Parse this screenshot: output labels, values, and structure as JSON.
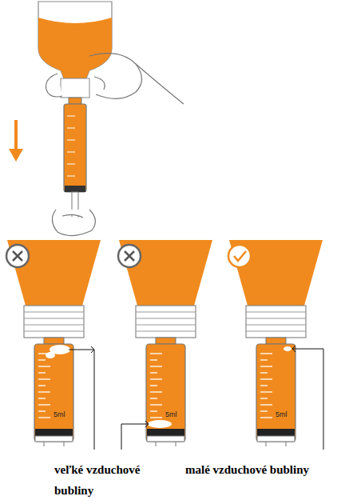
{
  "diagram": {
    "labels": [
      "5ml",
      "5ml",
      "5ml",
      "veľké vzduchové bubliny",
      "malé vzduchové bubliny"
    ]
  }
}
